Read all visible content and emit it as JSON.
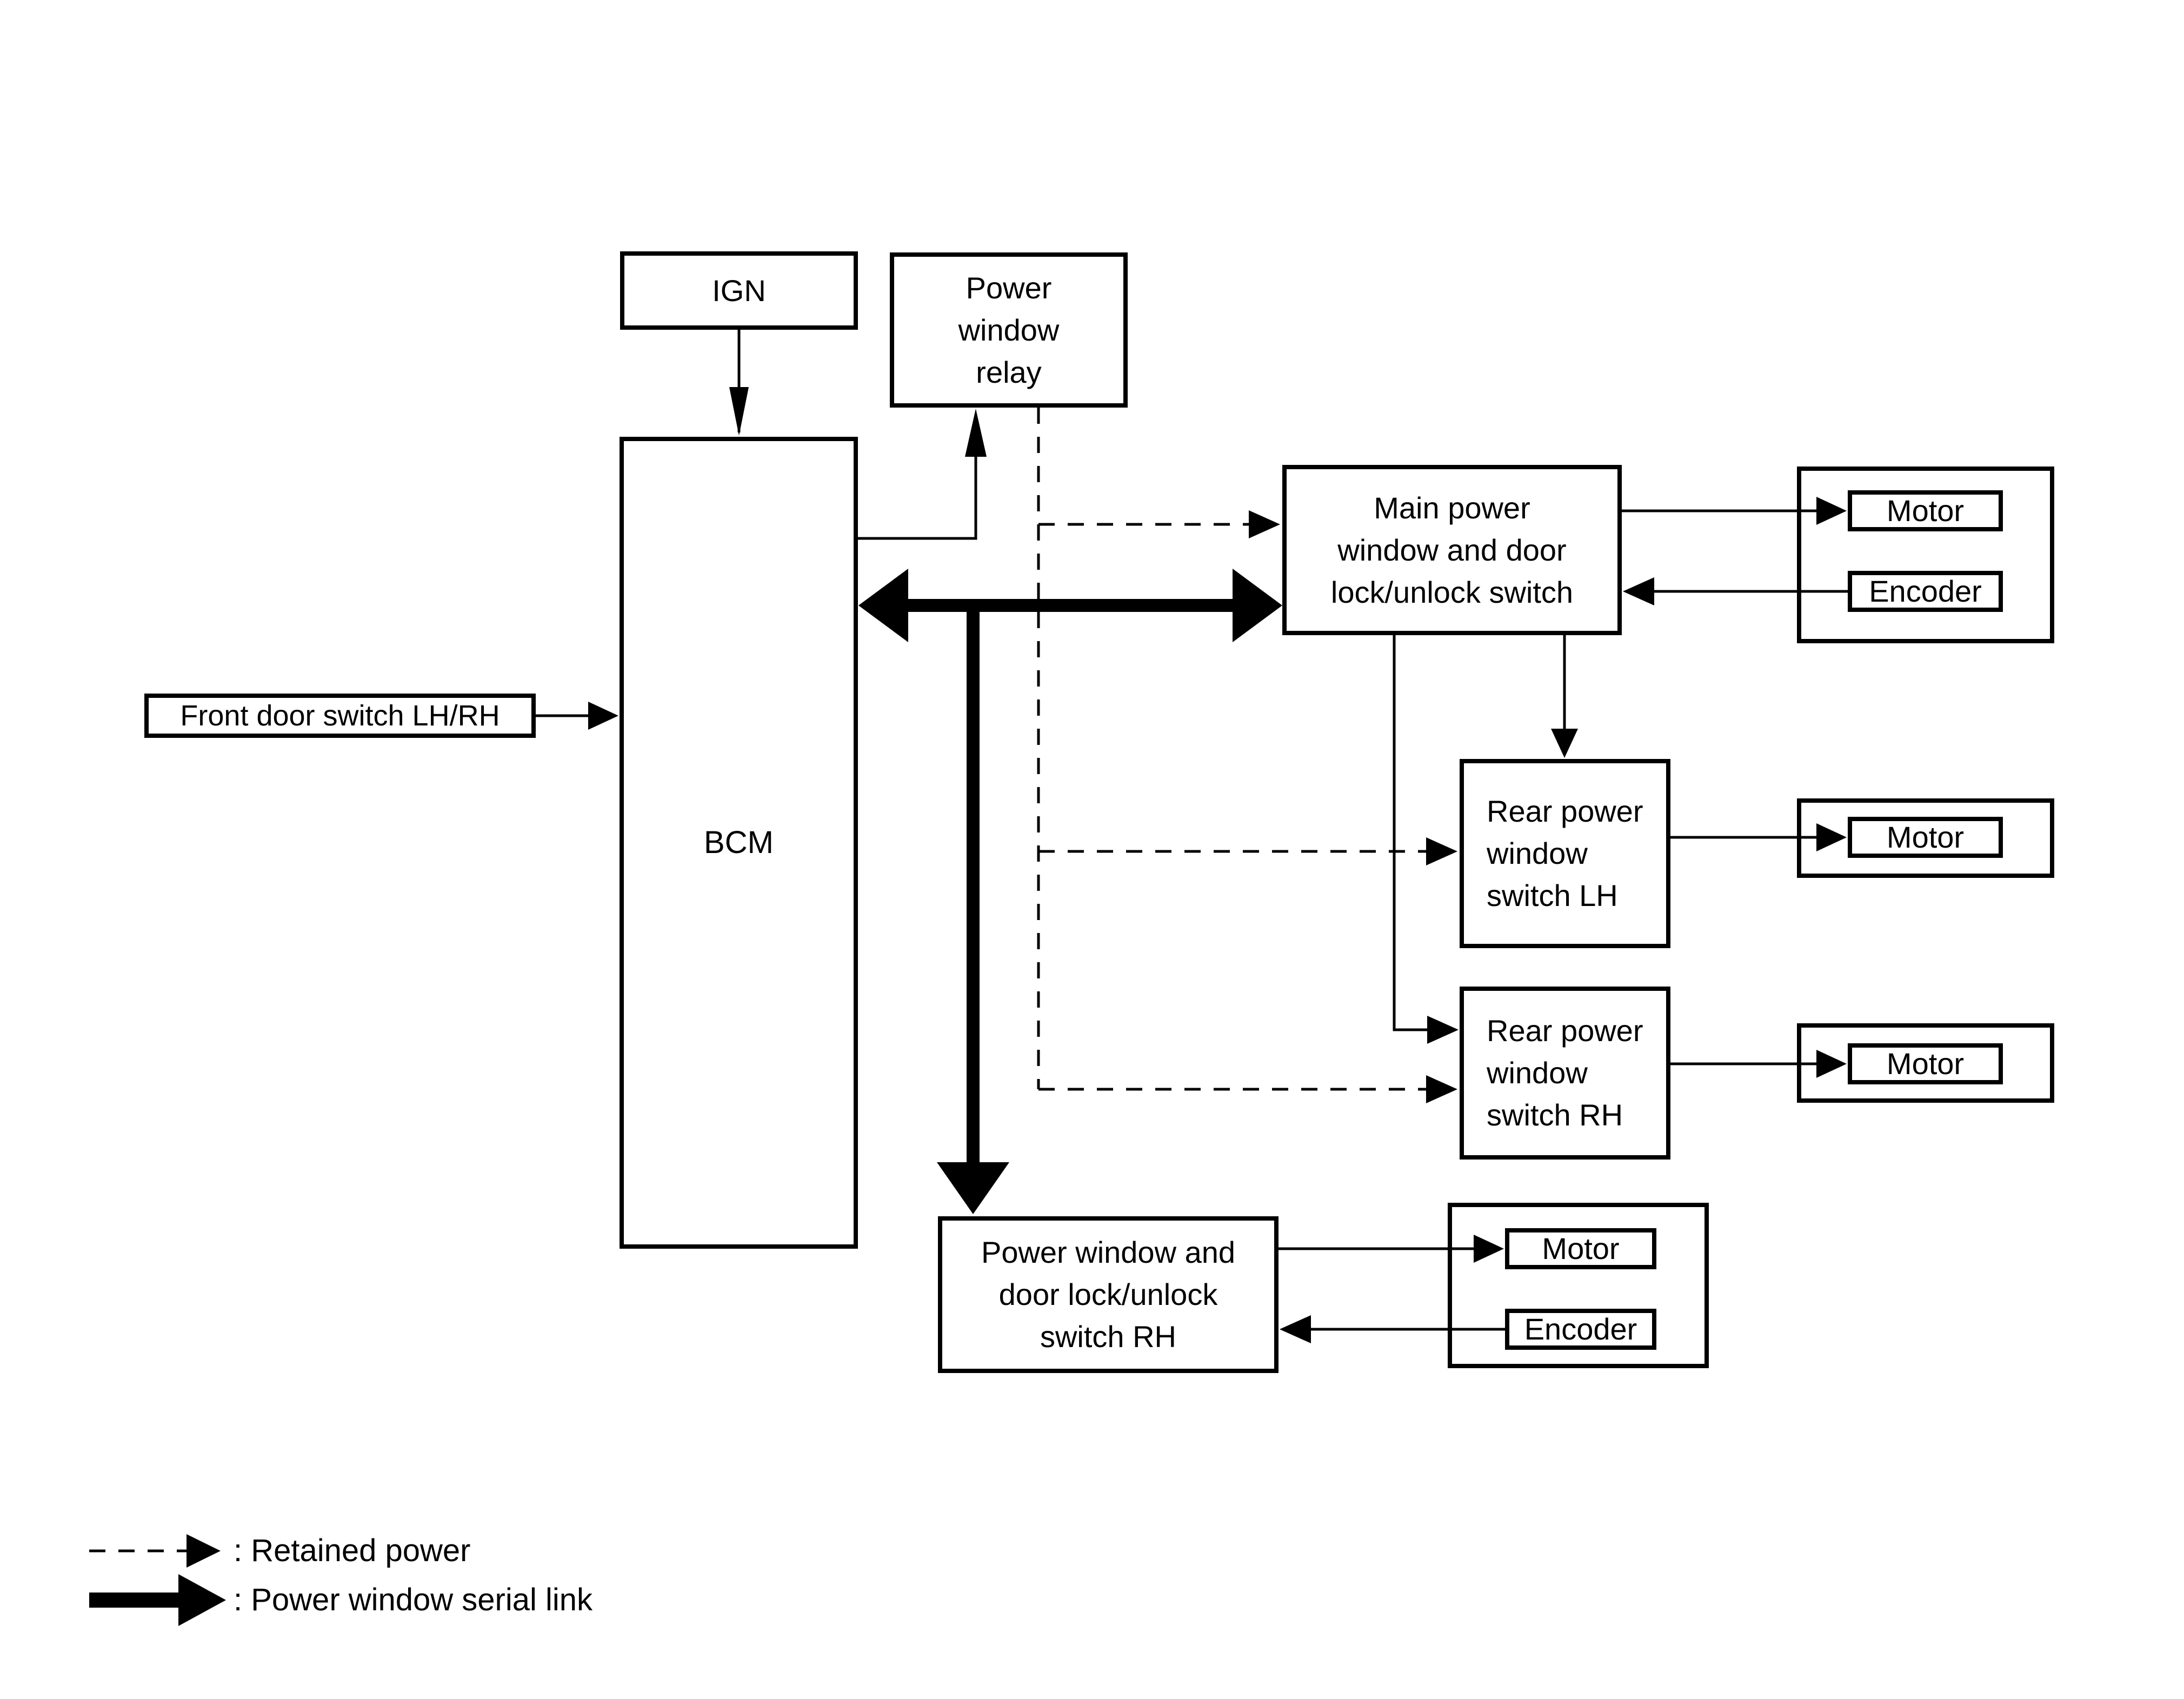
{
  "canvas": {
    "background_color": "#ffffff",
    "line_color": "#000000"
  },
  "nodes": {
    "ign": {
      "label": "IGN"
    },
    "relay": {
      "label": "Power\nwindow\nrelay"
    },
    "bcm": {
      "label": "BCM"
    },
    "front_door_switch": {
      "label": "Front door switch LH/RH"
    },
    "main_switch": {
      "label": "Main power\nwindow and door\nlock/unlock switch"
    },
    "rear_switch_lh": {
      "label": "Rear power\nwindow\nswitch LH"
    },
    "rear_switch_rh": {
      "label": "Rear power\nwindow\nswitch RH"
    },
    "switch_rh": {
      "label": "Power window and\ndoor lock/unlock\nswitch RH"
    },
    "motor_main": {
      "label": "Motor"
    },
    "encoder_main": {
      "label": "Encoder"
    },
    "motor_rear_lh": {
      "label": "Motor"
    },
    "motor_rear_rh": {
      "label": "Motor"
    },
    "motor_switch_rh": {
      "label": "Motor"
    },
    "encoder_switch_rh": {
      "label": "Encoder"
    }
  },
  "legend": {
    "retained_power": ": Retained power",
    "serial_link": ": Power window serial link"
  }
}
